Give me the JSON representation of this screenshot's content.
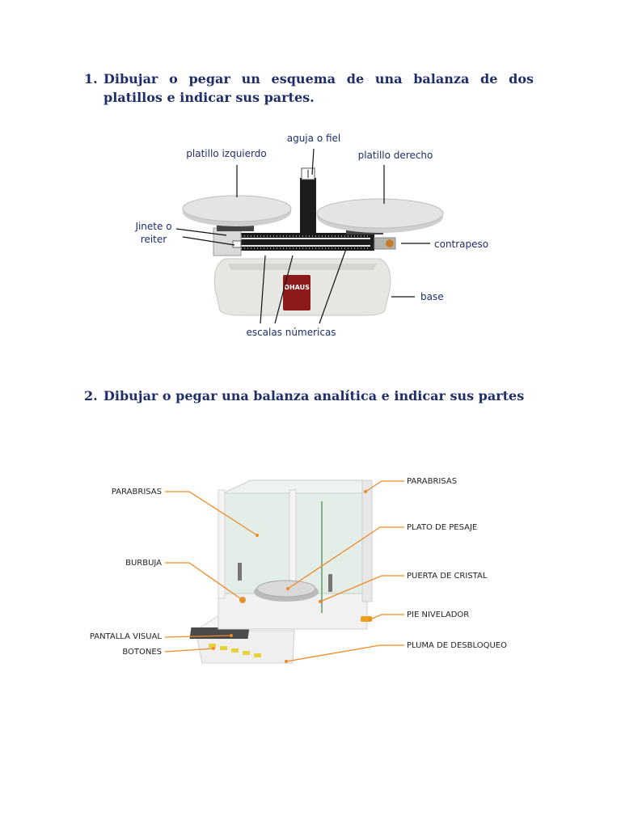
{
  "questions": [
    {
      "number": "1.",
      "text": "Dibujar o pegar un esquema de una balanza de dos platillos e indicar sus partes."
    },
    {
      "number": "2.",
      "text": "Dibujar o pegar una balanza analítica e indicar sus partes"
    }
  ],
  "figure1": {
    "labels": {
      "aguja": "aguja o fiel",
      "izq": "platillo izquierdo",
      "der": "platillo derecho",
      "jinete_1": "Jinete o",
      "jinete_2": "reiter",
      "contrapeso": "contrapeso",
      "base": "base",
      "escalas": "escalas númericas"
    },
    "brand": "OHAUS",
    "colors": {
      "label": "#1f2d6b",
      "body": "#e4e4e0",
      "beam": "#1c1c1c",
      "pan": "#d6d6d6"
    }
  },
  "figure2": {
    "labels": {
      "parabrisas_l": "PARABRISAS",
      "parabrisas_r": "PARABRISAS",
      "plato": "PLATO DE PESAJE",
      "burbuja": "BURBUJA",
      "puerta": "PUERTA DE CRISTAL",
      "pie": "PIE NIVELADOR",
      "pantalla": "PANTALLA VISUAL",
      "botones": "BOTONES",
      "pluma": "PLUMA DE DESBLOQUEO"
    },
    "colors": {
      "leader": "#f08a24",
      "frame": "#eeeeee",
      "glass": "#e3ede8"
    }
  }
}
